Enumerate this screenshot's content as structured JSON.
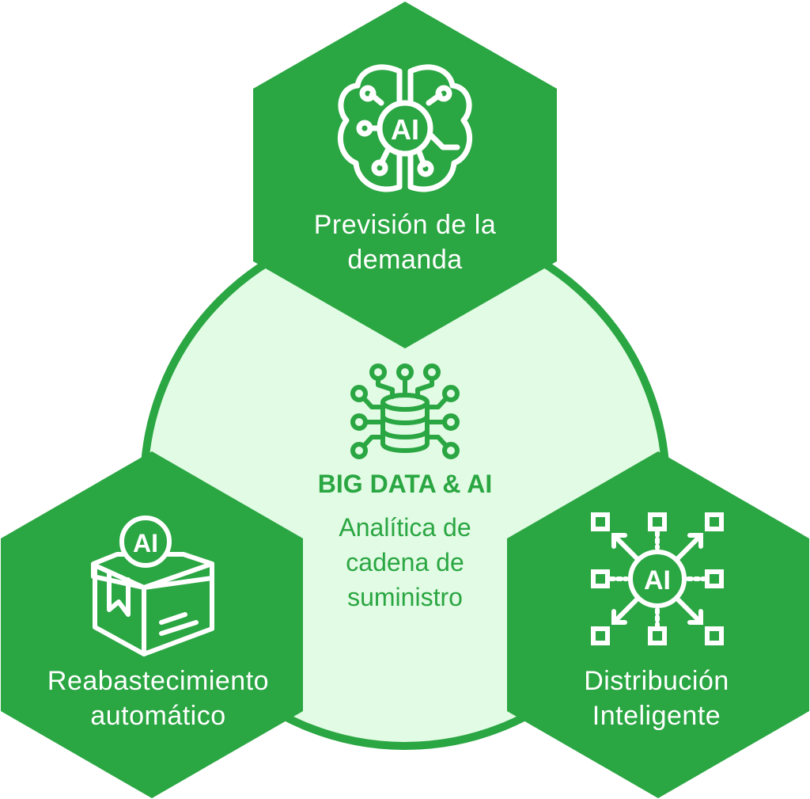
{
  "colors": {
    "hex_fill": "#2aa642",
    "circle_fill": "#e2fbe4",
    "circle_stroke": "#2aa642",
    "icon_stroke": "#ffffff",
    "center_text": "#2aa642"
  },
  "center": {
    "title": "BIG DATA & AI",
    "subtitle_lines": [
      "Analítica de",
      "cadena de",
      "suministro"
    ],
    "icon": "database-network-icon"
  },
  "nodes": [
    {
      "id": "top",
      "lines": [
        "Previsión de la",
        "demanda"
      ],
      "icon": "ai-brain-icon",
      "badge": "AI"
    },
    {
      "id": "left",
      "lines": [
        "Reabastecimiento",
        "automático"
      ],
      "icon": "ai-box-icon",
      "badge": "AI"
    },
    {
      "id": "right",
      "lines": [
        "Distribución",
        "Inteligente"
      ],
      "icon": "ai-distribution-icon",
      "badge": "AI"
    }
  ]
}
